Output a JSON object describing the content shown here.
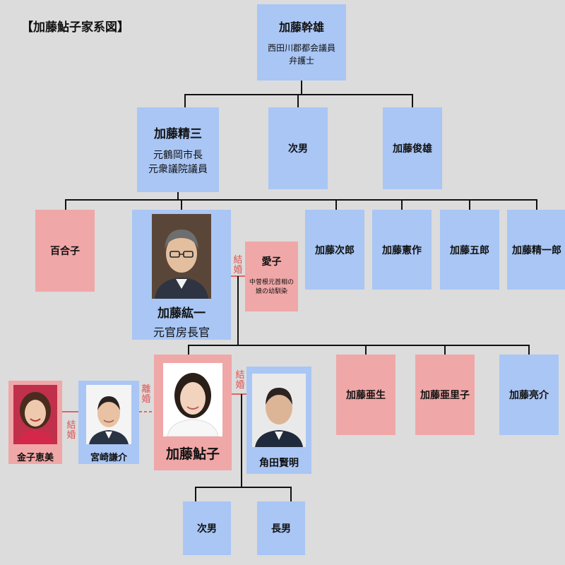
{
  "title": "【加藤鮎子家系図】",
  "people": {
    "kanyu": {
      "name": "加藤幹雄",
      "roles": [
        "西田川郡都会議員",
        "弁護士"
      ]
    },
    "seizo": {
      "name": "加藤精三",
      "roles": [
        "元鶴岡市長",
        "元衆議院議員"
      ]
    },
    "jinan_1": {
      "name": "次男"
    },
    "toshio": {
      "name": "加藤俊雄"
    },
    "yuriko": {
      "name": "百合子"
    },
    "koichi": {
      "name": "加藤紘一",
      "roles": [
        "元官房長官"
      ]
    },
    "aiko": {
      "name": "愛子",
      "roles": [
        "中曽根元首相の",
        "娘の幼馴染"
      ]
    },
    "jiro": {
      "name": "加藤次郎"
    },
    "kensaku": {
      "name": "加藤憲作"
    },
    "goro": {
      "name": "加藤五郎"
    },
    "seiichiro": {
      "name": "加藤精一郎"
    },
    "ayuko": {
      "name": "加藤鮎子"
    },
    "kaneko": {
      "name": "金子恵美"
    },
    "miyazaki": {
      "name": "宮崎謙介"
    },
    "tsunoda": {
      "name": "角田賢明"
    },
    "asei": {
      "name": "加藤亜生"
    },
    "ariko": {
      "name": "加藤亜里子"
    },
    "ryosuke": {
      "name": "加藤亮介"
    },
    "jinan_2": {
      "name": "次男"
    },
    "chonan": {
      "name": "長男"
    }
  },
  "relations": {
    "marriage": "結婚",
    "divorce": "離婚"
  },
  "colors": {
    "male": "#a9c6f5",
    "female": "#f0a7a7",
    "line": "#111111",
    "marriage_line": "#e26464"
  }
}
